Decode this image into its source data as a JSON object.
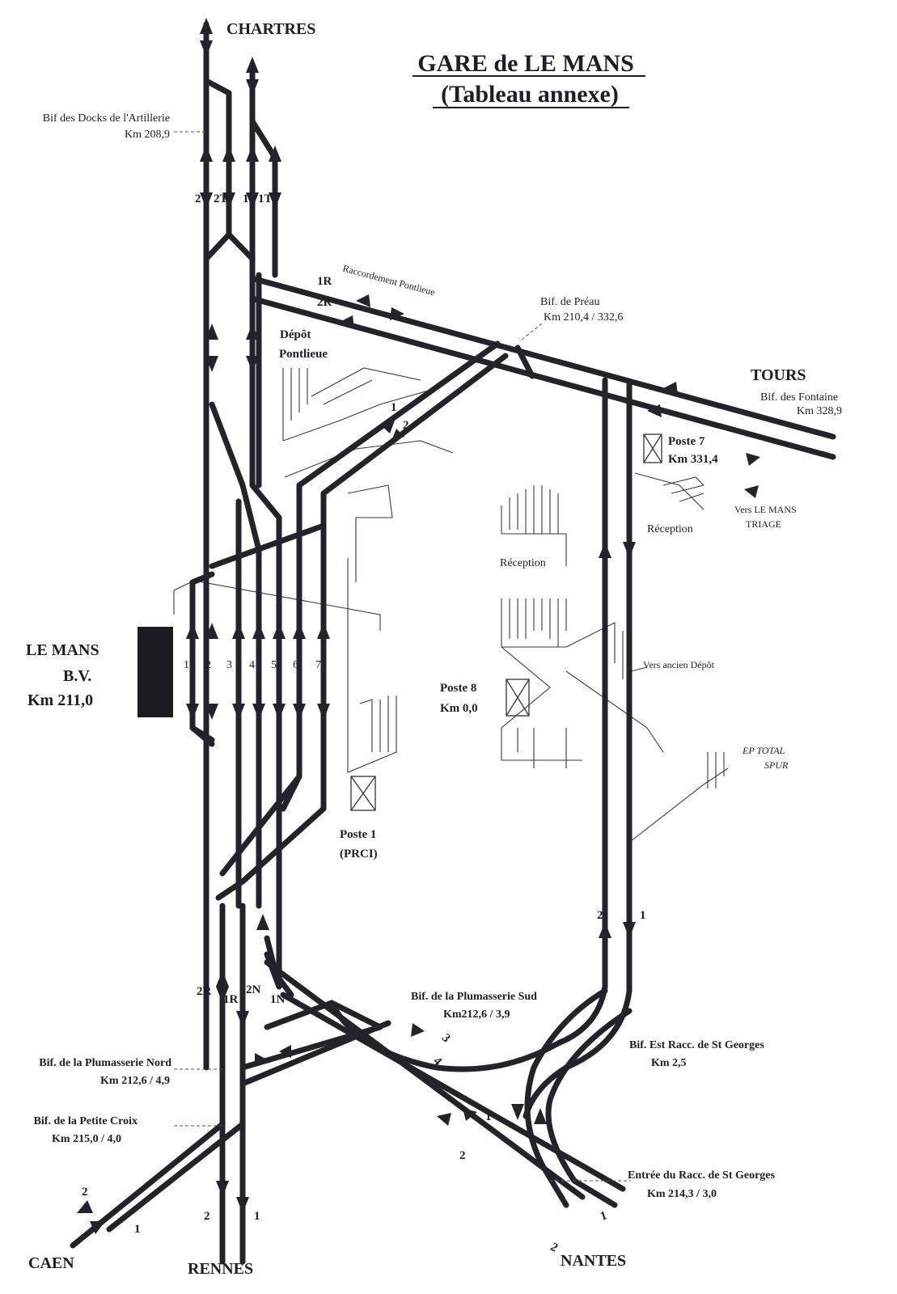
{
  "title": {
    "line1": "GARE de LE MANS",
    "line2": "(Tableau annexe)"
  },
  "destinations": {
    "chartres": "CHARTRES",
    "tours": "TOURS",
    "caen": "CAEN",
    "rennes": "RENNES",
    "nantes": "NANTES"
  },
  "station": {
    "name": "LE MANS",
    "bv": "B.V.",
    "km": "Km 211,0"
  },
  "junctions": {
    "artillerie_name": "Bif des Docks de l'Artillerie",
    "artillerie_km": "Km 208,9",
    "preau_name": "Bif. de Préau",
    "preau_km": "Km 210,4 / 332,6",
    "fontaine_name": "Bif. des Fontaine",
    "fontaine_km": "Km 328,9",
    "plumasserie_sud_name": "Bif. de la Plumasserie Sud",
    "plumasserie_sud_km": "Km212,6 / 3,9",
    "plumasserie_nord_name": "Bif. de la Plumasserie Nord",
    "plumasserie_nord_km": "Km 212,6 / 4,9",
    "petite_croix_name": "Bif. de la Petite Croix",
    "petite_croix_km": "Km 215,0 / 4,0",
    "est_st_georges_name": "Bif. Est Racc. de St Georges",
    "est_st_georges_km": "Km 2,5",
    "entree_st_georges_name": "Entrée du Racc. de St Georges",
    "entree_st_georges_km": "Km 214,3 / 3,0"
  },
  "postes": {
    "poste7": "Poste 7",
    "poste7_km": "Km 331,4",
    "poste8": "Poste 8",
    "poste8_km": "Km 0,0",
    "poste1": "Poste 1",
    "poste1_sub": "(PRCI)"
  },
  "labels": {
    "depot": "Dépôt",
    "pontlieue": "Pontlieue",
    "raccordement": "Raccordement Pontlieue",
    "reception_center": "Réception",
    "reception_right": "Réception",
    "vers_triage_1": "Vers LE MANS",
    "vers_triage_2": "TRIAGE",
    "vers_ancien_depot": "Vers ancien Dépôt",
    "ep_total": "EP TOTAL",
    "spur": "SPUR"
  },
  "track_numbers": {
    "t2": "2",
    "t2T": "2T",
    "t1": "1",
    "t1T": "1T",
    "r1R": "1R",
    "r2R": "2R",
    "p1": "1",
    "p2": "2",
    "p3": "3",
    "p4": "4",
    "p5": "5",
    "p6": "6",
    "p7": "7",
    "d1": "1",
    "d2": "2",
    "s2R": "2R",
    "s1R": "1R",
    "s2N": "2N",
    "s1N": "1N",
    "v2": "2",
    "v1": "1",
    "l3": "3",
    "l4": "4",
    "n1": "1",
    "n2": "2",
    "caen2": "2",
    "caen1": "1",
    "ren2": "2",
    "ren1": "1",
    "nan2": "2",
    "nan1": "1"
  }
}
